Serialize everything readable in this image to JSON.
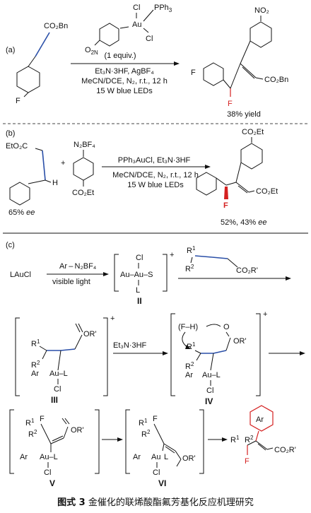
{
  "panel_a": {
    "label": "(a)",
    "complex_cl_top": "Cl",
    "complex_pph3": "PPh",
    "complex_pph3_sub": "3",
    "complex_au": "Au",
    "complex_cl_bottom": "Cl",
    "complex_no2": "O",
    "complex_no2_n": "2N",
    "equiv": "(1 equiv.)",
    "cond1": "Et₃N·3HF, AgBF₄",
    "cond2": "MeCN/DCE, N₂, r.t., 12 h",
    "cond3": "15 W blue LEDs",
    "sm_ester": "CO₂Bn",
    "sm_f": "F",
    "prod_no2": "NO₂",
    "prod_f_ring": "F",
    "prod_f": "F",
    "prod_ester": "CO₂Bn",
    "yield": "38% yield"
  },
  "panel_b": {
    "label": "(b)",
    "ester_left": "EtO₂C",
    "h": "H",
    "ee_left": "65%",
    "ee_unit": "ee",
    "plus": "+",
    "diazo": "N₂BF₄",
    "diazo_ester": "CO₂Et",
    "cond1": "PPh₃AuCl, Et₃N·3HF",
    "cond2": "MeCN/DCE, N₂, r.t., 12 h",
    "cond3": "15 W blue LEDs",
    "prod_ester_top": "CO₂Et",
    "prod_f": "F",
    "prod_ester": "CO₂Et",
    "result": "52%, 43%"
  },
  "panel_c": {
    "label": "(c)",
    "lau": "LAuCl",
    "arrow1_top": "Ar – N₂BF₄",
    "arrow1_bottom": "visible light",
    "ii_au": "Au–Au–S",
    "ii_cl": "Cl",
    "ii_l": "L",
    "ii_charge": "+",
    "ii_label": "II",
    "allene_r1": "R",
    "allene_r2": "R",
    "allene_one": "1",
    "allene_two": "2",
    "allene_ester": "CO₂R'",
    "iii_r1": "R",
    "iii_r2": "R",
    "iii_one": "1",
    "iii_two": "2",
    "iii_or": "OR'",
    "iii_ar": "Ar",
    "iii_au": "Au–L",
    "iii_cl": "Cl",
    "iii_charge": "+",
    "iii_label": "III",
    "reagent": "Et₃N·3HF",
    "iv_fh": "(F–H)",
    "iv_o": "O",
    "iv_r1": "R",
    "iv_r2": "R",
    "iv_one": "1",
    "iv_two": "2",
    "iv_or": "OR'",
    "iv_ar": "Ar",
    "iv_au": "Au–L",
    "iv_cl": "Cl",
    "iv_charge": "+",
    "iv_label": "IV",
    "v_r1": "R",
    "v_f": "F",
    "v_r2": "R",
    "v_one": "1",
    "v_two": "2",
    "v_or": "OR'",
    "v_ar": "Ar",
    "v_au": "Au–L",
    "v_cl": "Cl",
    "v_label": "V",
    "vi_r1": "R",
    "vi_f": "F",
    "vi_r2": "R",
    "vi_one": "1",
    "vi_two": "2",
    "vi_or": "OR'",
    "vi_ar": "Ar",
    "vi_au": "Au",
    "vi_l": "L",
    "vi_cl": "Cl",
    "vi_label": "VI",
    "prod_ar": "Ar",
    "prod_r1": "R",
    "prod_r2": "R",
    "prod_one": "1",
    "prod_two": "2",
    "prod_f": "F",
    "prod_ester": "CO₂R'"
  },
  "caption": {
    "label": "图式 3",
    "text": "金催化的联烯酸酯氟芳基化反应机理研究"
  }
}
